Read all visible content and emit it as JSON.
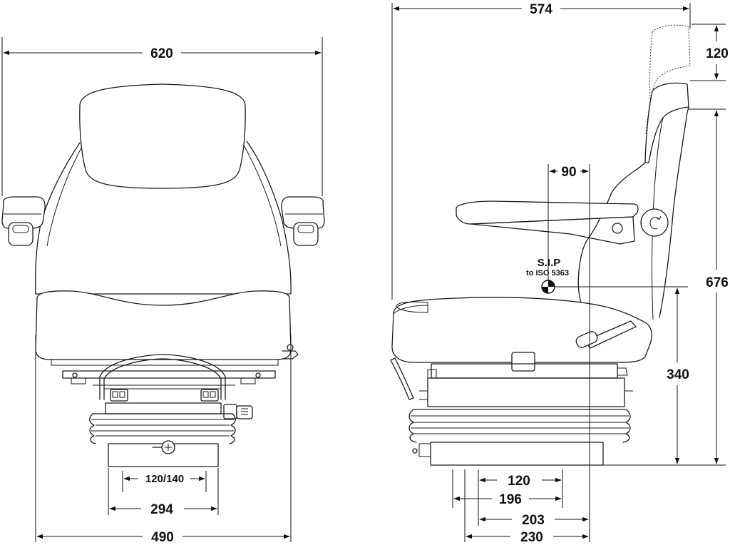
{
  "front_view": {
    "overall_width": "620",
    "base_width": "490",
    "mount_outer_width": "294",
    "mount_inner_width": "120/140"
  },
  "side_view": {
    "overall_depth": "574",
    "headrest_height": "120",
    "backrest_height": "676",
    "sip_height": "340",
    "sip_offset": "90",
    "sip_label": "S.I.P",
    "sip_standard": "to ISO 5363",
    "base_dim_1": "120",
    "base_dim_2": "196",
    "base_dim_3": "203",
    "base_dim_4": "230"
  }
}
